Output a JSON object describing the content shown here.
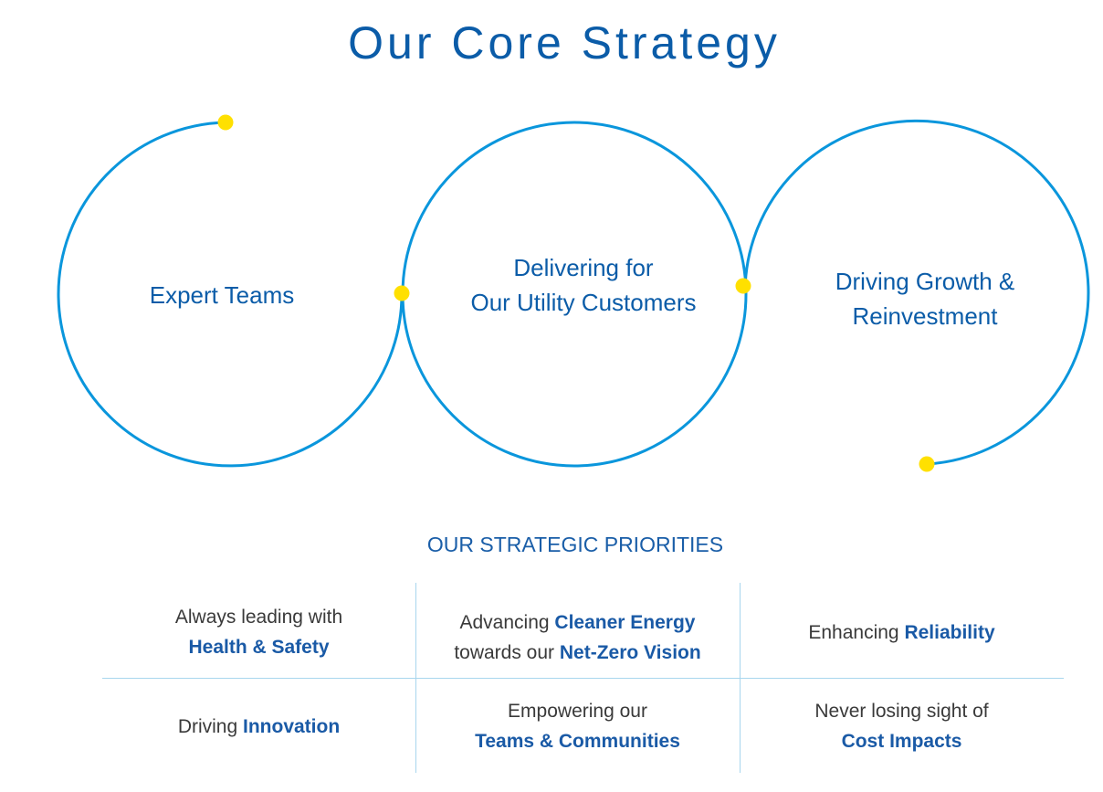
{
  "title": "Our Core Strategy",
  "circles": [
    {
      "lines": [
        "Expert Teams"
      ]
    },
    {
      "lines": [
        "Delivering for",
        "Our Utility Customers"
      ]
    },
    {
      "lines": [
        "Driving Growth &",
        "Reinvestment"
      ]
    }
  ],
  "colors": {
    "ring": "#0a96dc",
    "dot": "#ffe000",
    "title": "#0b5ca8",
    "grid": "#a8d6ee"
  },
  "priorities": {
    "heading": "OUR STRATEGIC PRIORITIES",
    "cells": [
      {
        "l1": "Always leading with",
        "l2_bold": "Health & Safety"
      },
      {
        "l1": "Advancing ",
        "l1_bold": "Cleaner Energy",
        "l2": "towards our ",
        "l2_bold": "Net-Zero Vision"
      },
      {
        "l1": "Enhancing ",
        "l1_bold": "Reliability"
      },
      {
        "l1": "Driving ",
        "l1_bold": "Innovation"
      },
      {
        "l1": "Empowering our",
        "l2_bold": "Teams & Communities"
      },
      {
        "l1": "Never losing sight of",
        "l2_bold": "Cost Impacts"
      }
    ]
  }
}
